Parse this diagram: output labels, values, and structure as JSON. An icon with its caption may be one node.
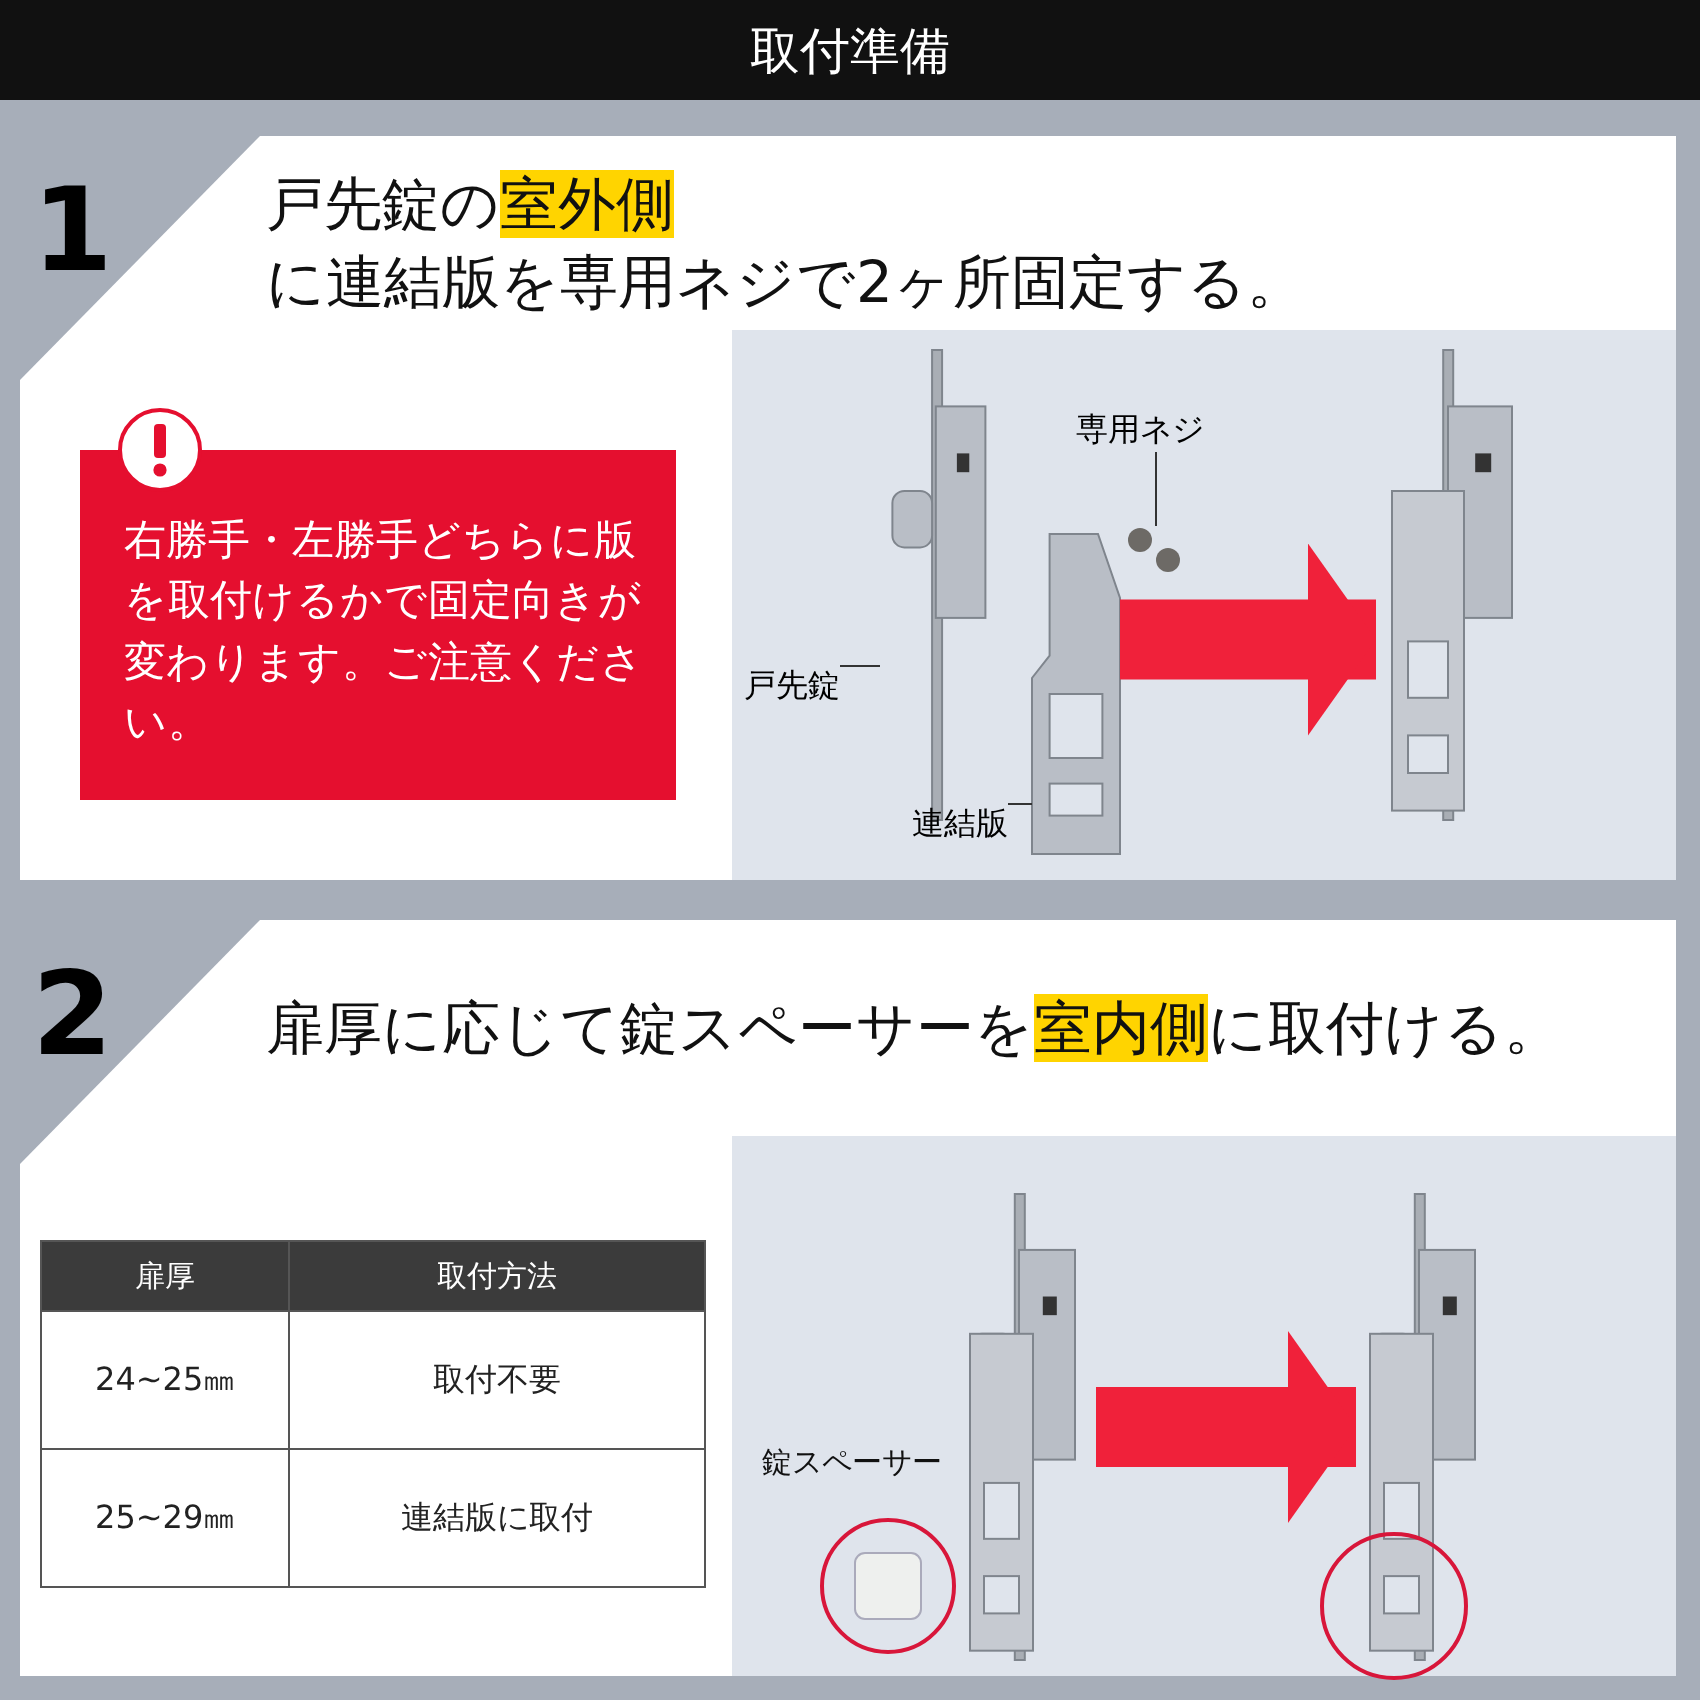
{
  "diagram": {
    "title": "取付準備",
    "nodes": [
      {
        "text": [
          "1",
          "戸先錠の**室外側**に連結版を専用ネジで2ヶ所固定する。"
        ]
      },
      {
        "text": [
          "右勝手・左勝手どちらに版を取付けるかで固定向きが変わります。ご注意ください。"
        ],
        "in": 0
      },
      {
        "text": [],
        "shape": "picture",
        "in": 0
      },
      {
        "text": [
          "戸先錠"
        ],
        "in": 2
      },
      {
        "text": [],
        "shape": "picture",
        "in": 2
      },
      {
        "text": [
          "専用ネジ"
        ],
        "in": 2
      },
      {
        "text": [],
        "shape": "picture",
        "in": 2
      },
      {
        "text": [
          "連結版"
        ],
        "in": 2
      },
      {
        "text": [],
        "shape": "picture",
        "in": 2
      },
      {
        "text": [],
        "shape": "picture",
        "in": 2
      },
      {
        "text": [
          "2",
          "扉厚に応じて錠スペーサーを**室内側**に取付ける。"
        ]
      },
      {
        "text": [],
        "shape": "picture",
        "in": 10
      },
      {
        "text": [],
        "shape": "picture",
        "in": 11
      },
      {
        "text": [],
        "shape": "circle",
        "in": 11,
        "beside": [
          "錠スペーサー"
        ]
      },
      {
        "text": [],
        "shape": "picture",
        "in": 11
      }
    ],
    "edges": [
      {
        "from": 3,
        "to": 4,
        "arrow": "none"
      },
      {
        "from": 5,
        "to": 6,
        "arrow": "none"
      },
      {
        "from": 7,
        "to": 8,
        "arrow": "none"
      },
      {
        "from": 8,
        "to": 9,
        "arrow": "to",
        "style": "thick",
        "color": "#f0213a"
      },
      {
        "from": 12,
        "to": 14,
        "arrow": "to",
        "style": "thick",
        "color": "#f0213a"
      }
    ],
    "labels": [
      "扉厚",
      "取付方法",
      "24~25㎜",
      "取付不要",
      "25~29㎜",
      "連結版に取付"
    ]
  }
}
